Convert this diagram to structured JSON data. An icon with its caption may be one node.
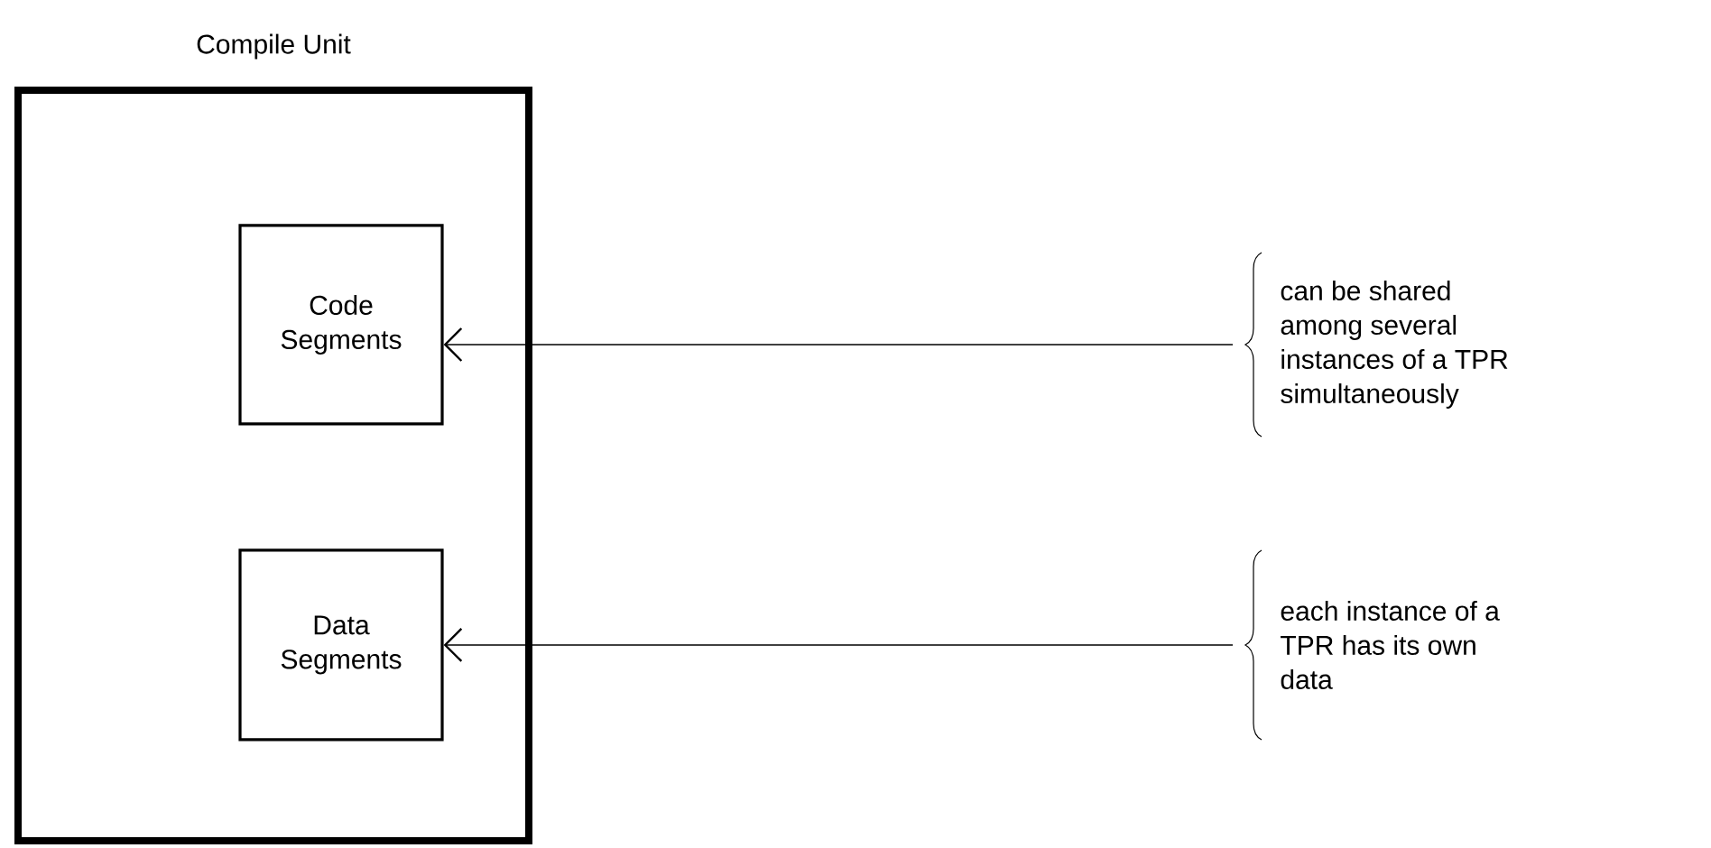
{
  "diagram": {
    "nodes": [
      {
        "text": [
          "Compile Unit"
        ]
      },
      {
        "text": [
          "Code Segments"
        ],
        "in": 0
      },
      {
        "text": [
          "Data Segments"
        ],
        "in": 0
      },
      {
        "text": [
          "can be shared among several instances of a TPR simultaneously"
        ]
      },
      {
        "text": [
          "each instance of a TPR has its own data"
        ]
      }
    ],
    "edges": [
      {
        "from": 3,
        "to": 1,
        "arrow": "to"
      },
      {
        "from": 4,
        "to": 2,
        "arrow": "to"
      }
    ]
  }
}
